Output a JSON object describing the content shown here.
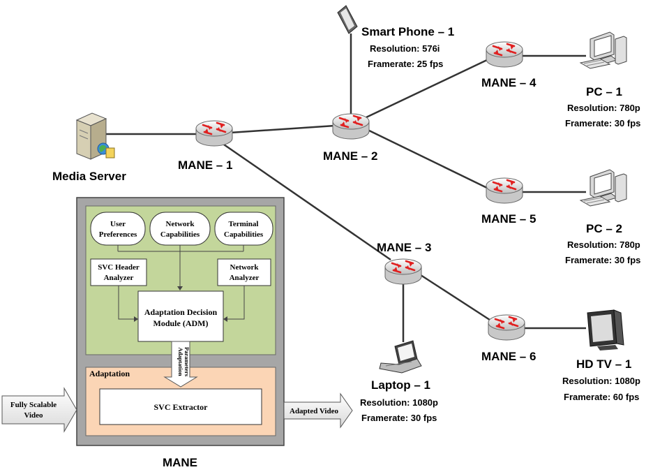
{
  "nodes": {
    "media_server": {
      "label": "Media Server"
    },
    "mane1": {
      "label": "MANE – 1"
    },
    "mane2": {
      "label": "MANE – 2"
    },
    "mane3": {
      "label": "MANE – 3"
    },
    "mane4": {
      "label": "MANE – 4"
    },
    "mane5": {
      "label": "MANE – 5"
    },
    "mane6": {
      "label": "MANE – 6"
    },
    "smartphone": {
      "label": "Smart Phone – 1",
      "resolution": "Resolution: 576i",
      "framerate": "Framerate: 25 fps"
    },
    "pc1": {
      "label": "PC – 1",
      "resolution": "Resolution: 780p",
      "framerate": "Framerate: 30 fps"
    },
    "pc2": {
      "label": "PC – 2",
      "resolution": "Resolution: 780p",
      "framerate": "Framerate: 30 fps"
    },
    "laptop": {
      "label": "Laptop – 1",
      "resolution": "Resolution: 1080p",
      "framerate": "Framerate: 30 fps"
    },
    "hdtv": {
      "label": "HD TV – 1",
      "resolution": "Resolution: 1080p",
      "framerate": "Framerate: 60 fps"
    }
  },
  "mane_box": {
    "caption": "MANE",
    "user_preferences": [
      "User",
      "Preferences"
    ],
    "network_capabilities": [
      "Network",
      "Capabilities"
    ],
    "terminal_capabilities": [
      "Terminal",
      "Capabilities"
    ],
    "svc_header_analyzer": [
      "SVC Header",
      "Analyzer"
    ],
    "network_analyzer": [
      "Network",
      "Analyzer"
    ],
    "adm": [
      "Adaptation Decision",
      "Module (ADM)"
    ],
    "adaptation_parameters": [
      "Adaptation",
      "Parameters"
    ],
    "adaptation_title": "Adaptation",
    "svc_extractor": "SVC Extractor",
    "input_arrow": [
      "Fully Scalable",
      "Video"
    ],
    "output_arrow": "Adapted Video"
  },
  "colors": {
    "outer_box": "#a6a6a6",
    "decision_panel": "#c3d69b",
    "adaptation_panel": "#fbd5b5",
    "router_accent": "#e02020"
  }
}
